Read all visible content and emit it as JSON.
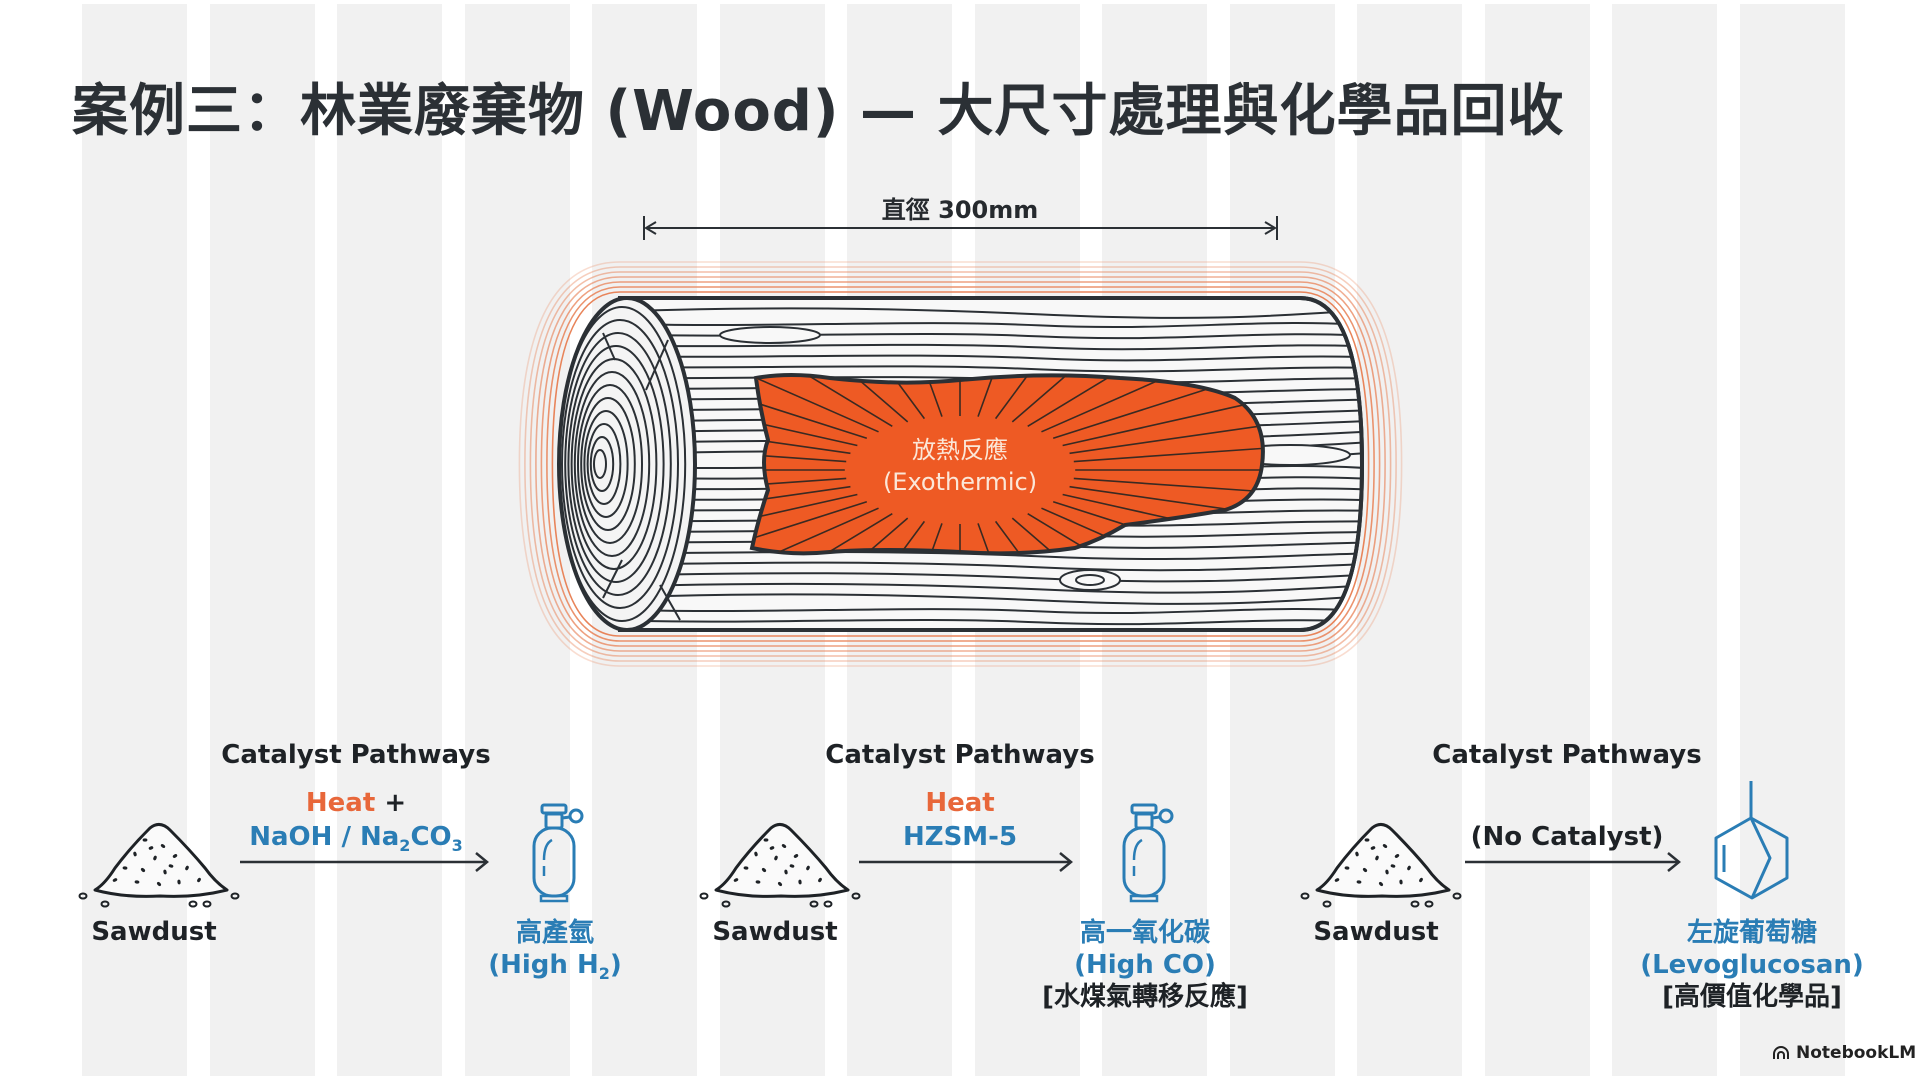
{
  "title": "案例三：林業廢棄物 (Wood) — 大尺寸處理與化學品回收",
  "dimension": {
    "label": "直徑 300mm"
  },
  "log": {
    "reaction_zh": "放熱反應",
    "reaction_en": "(Exothermic)",
    "colors": {
      "reaction_fill": "#ee5a24",
      "heat_rings": "#e8845a",
      "outline": "#2b3035"
    }
  },
  "pathways": [
    {
      "heading": "Catalyst Pathways",
      "feed": "Sawdust",
      "condition_heat": "Heat",
      "condition_plus": "+",
      "catalyst_main": "NaOH / Na",
      "catalyst_sub1": "2",
      "catalyst_mid": "CO",
      "catalyst_sub2": "3",
      "product_icon": "gas-cylinder-icon",
      "product_zh": "高產氫",
      "product_en_main": "(High H",
      "product_en_sub": "2",
      "product_en_end": ")"
    },
    {
      "heading": "Catalyst Pathways",
      "feed": "Sawdust",
      "condition_heat": "Heat",
      "catalyst": "HZSM-5",
      "product_icon": "gas-cylinder-icon",
      "product_zh": "高一氧化碳",
      "product_en": "(High CO)",
      "product_note": "[水煤氣轉移反應]"
    },
    {
      "heading": "Catalyst Pathways",
      "feed": "Sawdust",
      "condition": "(No Catalyst)",
      "product_icon": "molecule-structure-icon",
      "product_zh": "左旋葡萄糖",
      "product_en": "(Levoglucosan)",
      "product_note": "[高價值化學品]"
    }
  ],
  "brand": {
    "name": "NotebookLM",
    "icon": "notebooklm-logo-icon"
  },
  "colors": {
    "text_dark": "#262a2e",
    "accent_orange": "#e8673a",
    "accent_blue": "#2a7db5",
    "stripe": "#f1f1f1"
  }
}
